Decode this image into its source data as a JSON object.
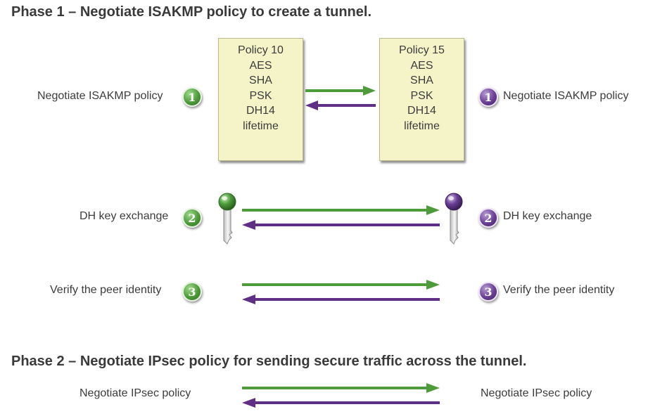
{
  "phase1": {
    "heading": "Phase 1 – Negotiate ISAKMP policy to create a tunnel.",
    "steps": [
      {
        "number": "1",
        "left_label": "Negotiate ISAKMP policy",
        "right_label": "Negotiate ISAKMP policy"
      },
      {
        "number": "2",
        "left_label": "DH key exchange",
        "right_label": "DH key exchange"
      },
      {
        "number": "3",
        "left_label": "Verify the peer identity",
        "right_label": "Verify the peer identity"
      }
    ],
    "policy_left": {
      "title": "Policy 10",
      "lines": [
        "AES",
        "SHA",
        "PSK",
        "DH14",
        "lifetime"
      ]
    },
    "policy_right": {
      "title": "Policy 15",
      "lines": [
        "AES",
        "SHA",
        "PSK",
        "DH14",
        "lifetime"
      ]
    }
  },
  "phase2": {
    "heading": "Phase 2 – Negotiate IPsec policy for sending secure traffic across the tunnel.",
    "left_label": "Negotiate IPsec policy",
    "right_label": "Negotiate IPsec policy"
  },
  "colors": {
    "green": "#4e9b3b",
    "purple": "#5f2f86",
    "policy_fill": "#f4f4c8"
  },
  "icons": {
    "left_key": "green-key-icon",
    "right_key": "purple-key-icon"
  }
}
